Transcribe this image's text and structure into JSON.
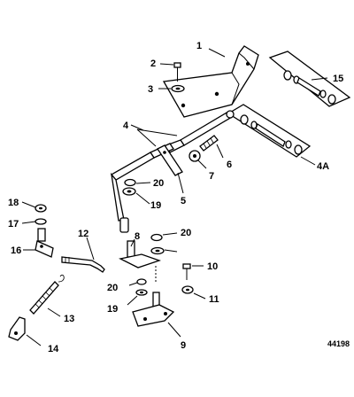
{
  "figure_id": "44198",
  "callouts": [
    {
      "id": "c1",
      "text": "1"
    },
    {
      "id": "c2",
      "text": "2"
    },
    {
      "id": "c3",
      "text": "3"
    },
    {
      "id": "c4",
      "text": "4"
    },
    {
      "id": "c4a",
      "text": "4A"
    },
    {
      "id": "c5",
      "text": "5"
    },
    {
      "id": "c6",
      "text": "6"
    },
    {
      "id": "c7",
      "text": "7"
    },
    {
      "id": "c8",
      "text": "8"
    },
    {
      "id": "c9",
      "text": "9"
    },
    {
      "id": "c10",
      "text": "10"
    },
    {
      "id": "c11",
      "text": "11"
    },
    {
      "id": "c12",
      "text": "12"
    },
    {
      "id": "c13",
      "text": "13"
    },
    {
      "id": "c14",
      "text": "14"
    },
    {
      "id": "c15",
      "text": "15"
    },
    {
      "id": "c16",
      "text": "16"
    },
    {
      "id": "c17",
      "text": "17"
    },
    {
      "id": "c18",
      "text": "18"
    },
    {
      "id": "c19a",
      "text": "19"
    },
    {
      "id": "c19b",
      "text": "19"
    },
    {
      "id": "c20a",
      "text": "20"
    },
    {
      "id": "c20b",
      "text": "20"
    },
    {
      "id": "c20c",
      "text": "20"
    }
  ]
}
